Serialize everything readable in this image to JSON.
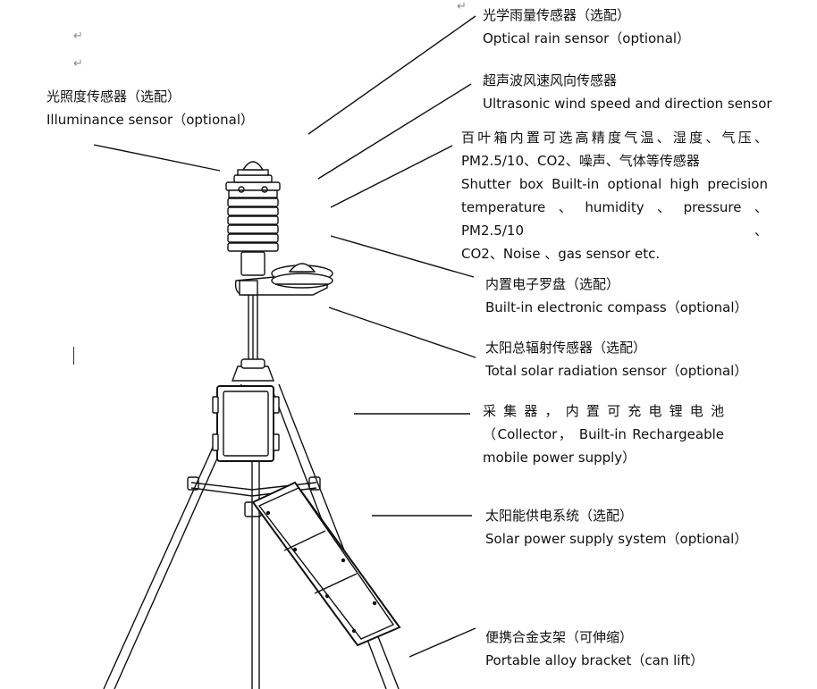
{
  "return_mark": "↵",
  "labels": {
    "rain": {
      "zh": "光学雨量传感器（选配）",
      "en": "Optical rain sensor（optional）"
    },
    "wind": {
      "zh": "超声波风速风向传感器",
      "en": "Ultrasonic wind speed and direction sensor"
    },
    "illuminance": {
      "zh": "光照度传感器（选配）",
      "en": "Illuminance sensor（optional）"
    },
    "shutter": {
      "zh1": "百叶箱内置可选高精度气温、湿度、气压、",
      "zh2": "PM2.5/10、CO2、噪声、气体等传感器",
      "en1": "Shutter box Built-in optional high precision",
      "en2": "temperature、humidity、pressure、PM2.5/10、",
      "en3": "CO2、Noise 、gas sensor etc."
    },
    "compass": {
      "zh": "内置电子罗盘（选配）",
      "en": "Built-in electronic compass（optional）"
    },
    "solar_rad": {
      "zh": "太阳总辐射传感器（选配）",
      "en": "Total solar radiation sensor（optional）"
    },
    "collector": {
      "zh": "采集器，内置可充电锂电池",
      "en1": "（Collector， Built-in Rechargeable",
      "en2": "mobile power supply）"
    },
    "solar_power": {
      "zh": "太阳能供电系统（选配）",
      "en": "Solar power supply system（optional）"
    },
    "bracket": {
      "zh": "便携合金支架（可伸缩）",
      "en": "Portable alloy bracket（can lift）"
    }
  }
}
